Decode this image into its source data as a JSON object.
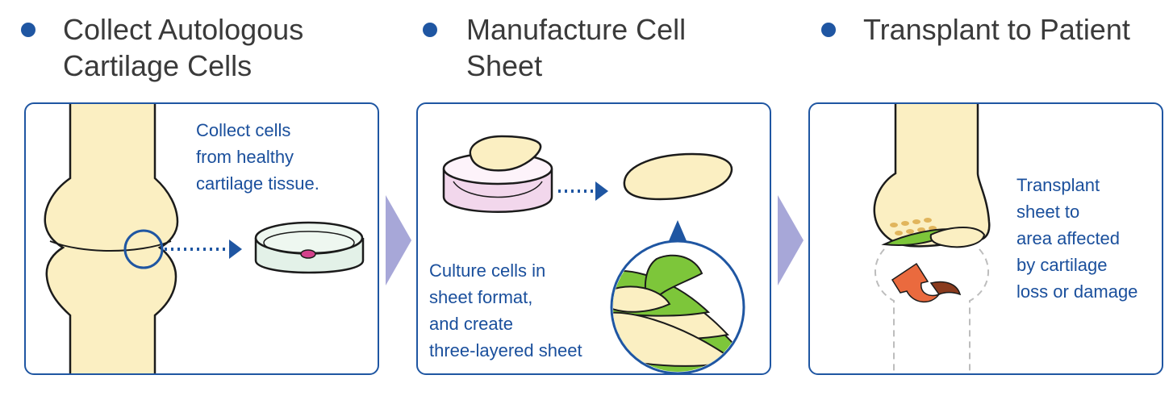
{
  "colors": {
    "bullet": "#1f56a2",
    "panel_border": "#1f56a2",
    "caption_text": "#1a4f9c",
    "heading_text": "#3a3a3a",
    "bone_fill": "#fbefc2",
    "outline": "#1b1b1b",
    "arrow_blue": "#1f56a2",
    "step_arrow": "#a7a7d8",
    "green_layer": "#7dc63a",
    "orange_arrow": "#ea6a3e",
    "brown_arrow": "#8a3b1e"
  },
  "steps": [
    {
      "heading": "Collect Autologous\nCartilage Cells",
      "caption": "Collect cells\nfrom healthy\ncartilage tissue."
    },
    {
      "heading": "Manufacture Cell\nSheet",
      "caption": "Culture cells in\nsheet format,\nand create\nthree-layered sheet"
    },
    {
      "heading": "Transplant to Patient",
      "caption": "Transplant\nsheet to\narea affected\nby cartilage\nloss or damage"
    }
  ]
}
